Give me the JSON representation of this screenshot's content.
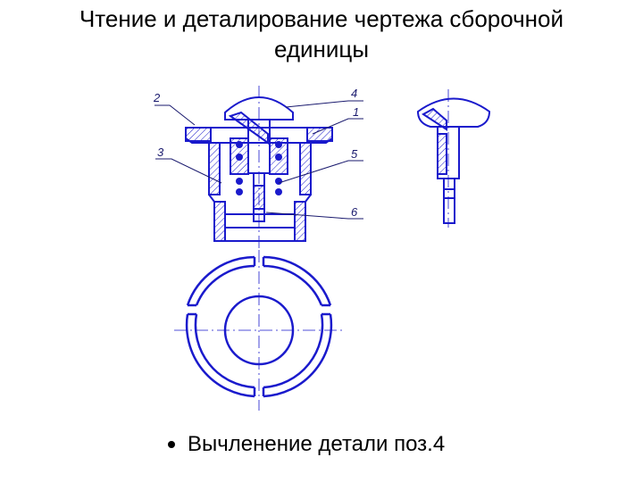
{
  "slide": {
    "title": "Чтение и деталирование чертежа сборочной единицы",
    "bullet": "Вычленение детали поз.4"
  },
  "drawing": {
    "line_color": "#1a1acc",
    "leader_color": "#1a1a6e",
    "callouts": [
      "2",
      "4",
      "1",
      "3",
      "5",
      "6"
    ]
  }
}
